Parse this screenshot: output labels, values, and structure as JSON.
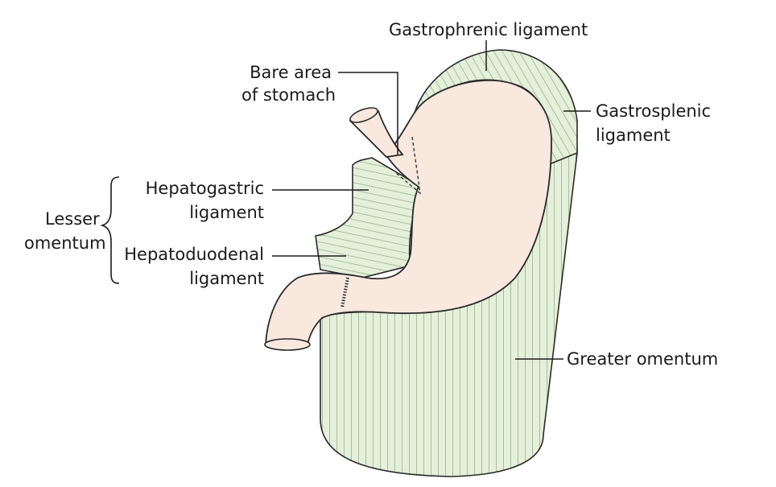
{
  "diagram": {
    "labels": {
      "gastrophrenic": "Gastrophrenic ligament",
      "bare_area_1": "Bare area",
      "bare_area_2": "of stomach",
      "gastrosplenic_1": "Gastrosplenic",
      "gastrosplenic_2": "ligament",
      "hepatogastric_1": "Hepatogastric",
      "hepatogastric_2": "ligament",
      "lesser_omentum_1": "Lesser",
      "lesser_omentum_2": "omentum",
      "hepatoduodenal_1": "Hepatoduodenal",
      "hepatoduodenal_2": "ligament",
      "greater_omentum": "Greater omentum"
    },
    "colors": {
      "omentum_fill": "#e4f0da",
      "omentum_stripe": "#a9be9f",
      "stomach_fill": "#f8e8dd",
      "outline": "#2a2a2a"
    }
  }
}
